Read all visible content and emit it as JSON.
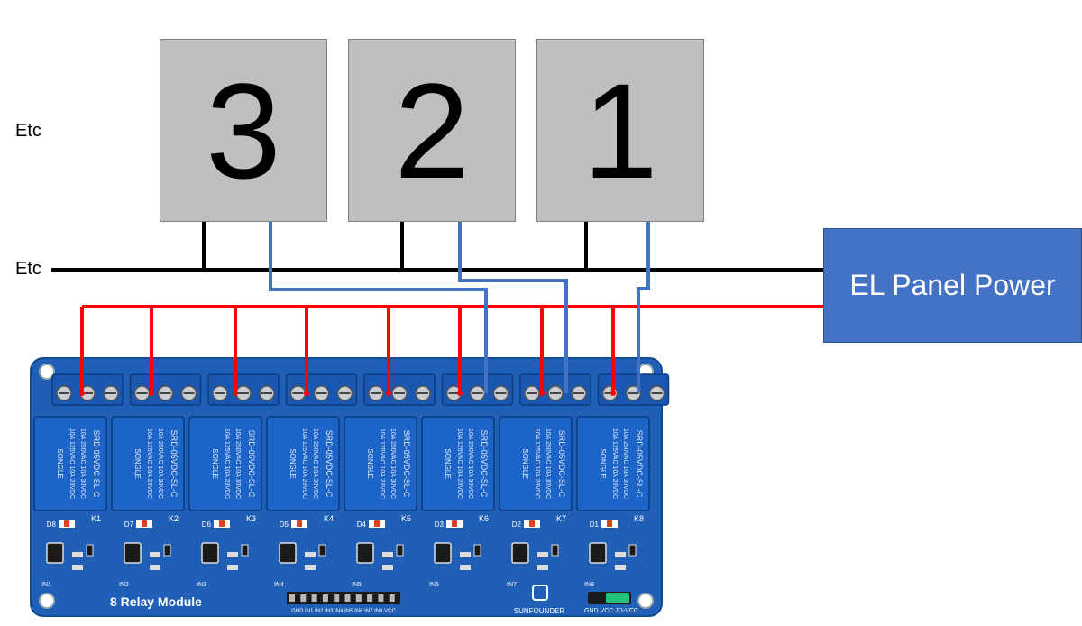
{
  "labels": {
    "etc_top": "Etc",
    "etc_bus": "Etc"
  },
  "panels": [
    {
      "label": "3"
    },
    {
      "label": "2"
    },
    {
      "label": "1"
    }
  ],
  "power_box": {
    "label": "EL Panel Power"
  },
  "module": {
    "title": "8 Relay Module",
    "brand": "SUNFOUNDER",
    "relay_model": "SRD-05VDC-SL-C",
    "relay_brand": "SONGLE",
    "relay_rating_lines": [
      "10A 250VAC",
      "10A 125VAC",
      "10A 30VDC",
      "10A 28VDC"
    ],
    "relay_ids": [
      "K1",
      "K2",
      "K3",
      "K4",
      "K5",
      "K6",
      "K7",
      "K8"
    ],
    "led_ids": [
      "D8",
      "D7",
      "D6",
      "D5",
      "D4",
      "D3",
      "D2",
      "D1"
    ],
    "input_ids": [
      "IN1",
      "IN2",
      "IN3",
      "IN4",
      "IN5",
      "IN6",
      "IN7",
      "IN8"
    ],
    "header_pins": "GND IN1 IN2 IN3 IN4 IN5 IN6 IN7 IN8 VCC",
    "jumper_pins": "GND VCC JD-VCC"
  },
  "colors": {
    "panel_fill": "#bfbfbf",
    "power_fill": "#4472c4",
    "wire_black": "#000000",
    "wire_red": "#ff0000",
    "wire_blue": "#4472c4",
    "pcb": "#1f5fb5",
    "relay": "#1c64c8",
    "terminal": "#1a57b0"
  }
}
